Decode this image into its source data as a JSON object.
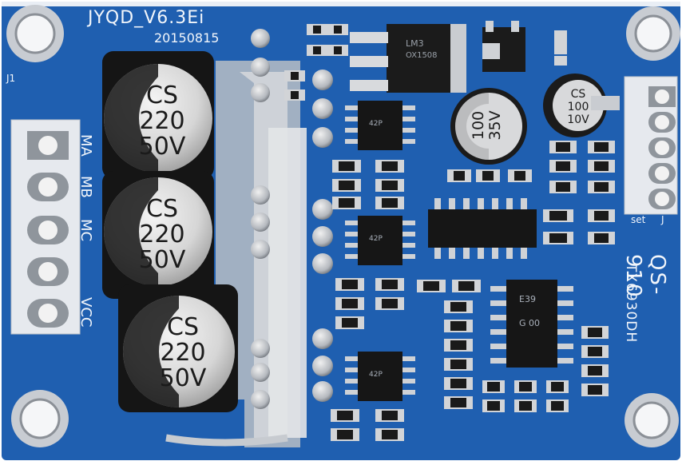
{
  "board": {
    "title": "JYQD_V6.3E",
    "title_suffix": "i",
    "date": "20150815",
    "connector_label": "J1",
    "pins": [
      "MA",
      "MB",
      "MC",
      "VCC"
    ],
    "model": "QS-910",
    "chip_code": "TX6930DH",
    "set_label": "set",
    "j_label": "J"
  },
  "capacitors": {
    "large": [
      {
        "brand": "CS",
        "value": "220",
        "voltage": "50V"
      },
      {
        "brand": "CS",
        "value": "220",
        "voltage": "50V"
      },
      {
        "brand": "CS",
        "value": "220",
        "voltage": "50V"
      }
    ],
    "mid": {
      "value": "100",
      "voltage": "35V"
    },
    "small": {
      "brand": "CS",
      "value": "100",
      "voltage": "10V"
    }
  },
  "regulator": {
    "line1": "LM3",
    "line2": "OX1508"
  },
  "ic_markings": [
    "42P",
    "42P",
    "42P",
    "G 00",
    "E39"
  ],
  "colors": {
    "pcb": "#1f5fb0",
    "pcb_dark": "#174e96",
    "silkscreen": "#f2f6fb",
    "copper_exposed": "#c9ccd1",
    "capacitor_body": "#d8d8d8"
  }
}
